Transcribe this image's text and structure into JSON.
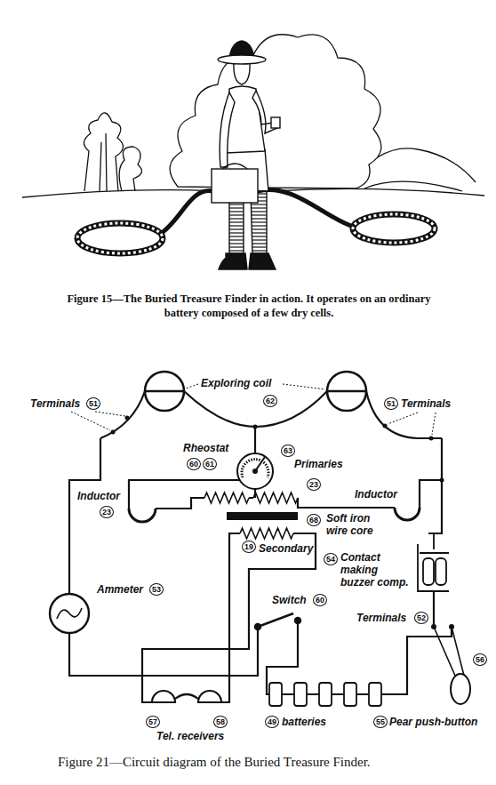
{
  "diagram": {
    "caption": "Figure 21—Circuit diagram of the Buried Treasure Finder.",
    "labels": [
      "Figure 15—The Buried Treasure Finder in action. It operates on an ordinary battery composed of a few dry cells.",
      "Terminals",
      "51",
      "Exploring coil",
      "62",
      "51",
      "Terminals",
      "Rheostat",
      "60",
      "61",
      "63",
      "Primaries",
      "23",
      "68",
      "Inductor",
      "23",
      "Inductor",
      "Soft iron wire core",
      "19",
      "Secondary",
      "Ammeter",
      "53",
      "Switch",
      "60",
      "54",
      "Contact making buzzer comp.",
      "Terminals",
      "52",
      "57",
      "58",
      "Tel. receivers",
      "49",
      "batteries",
      "55",
      "Pear push-button",
      "56"
    ]
  }
}
